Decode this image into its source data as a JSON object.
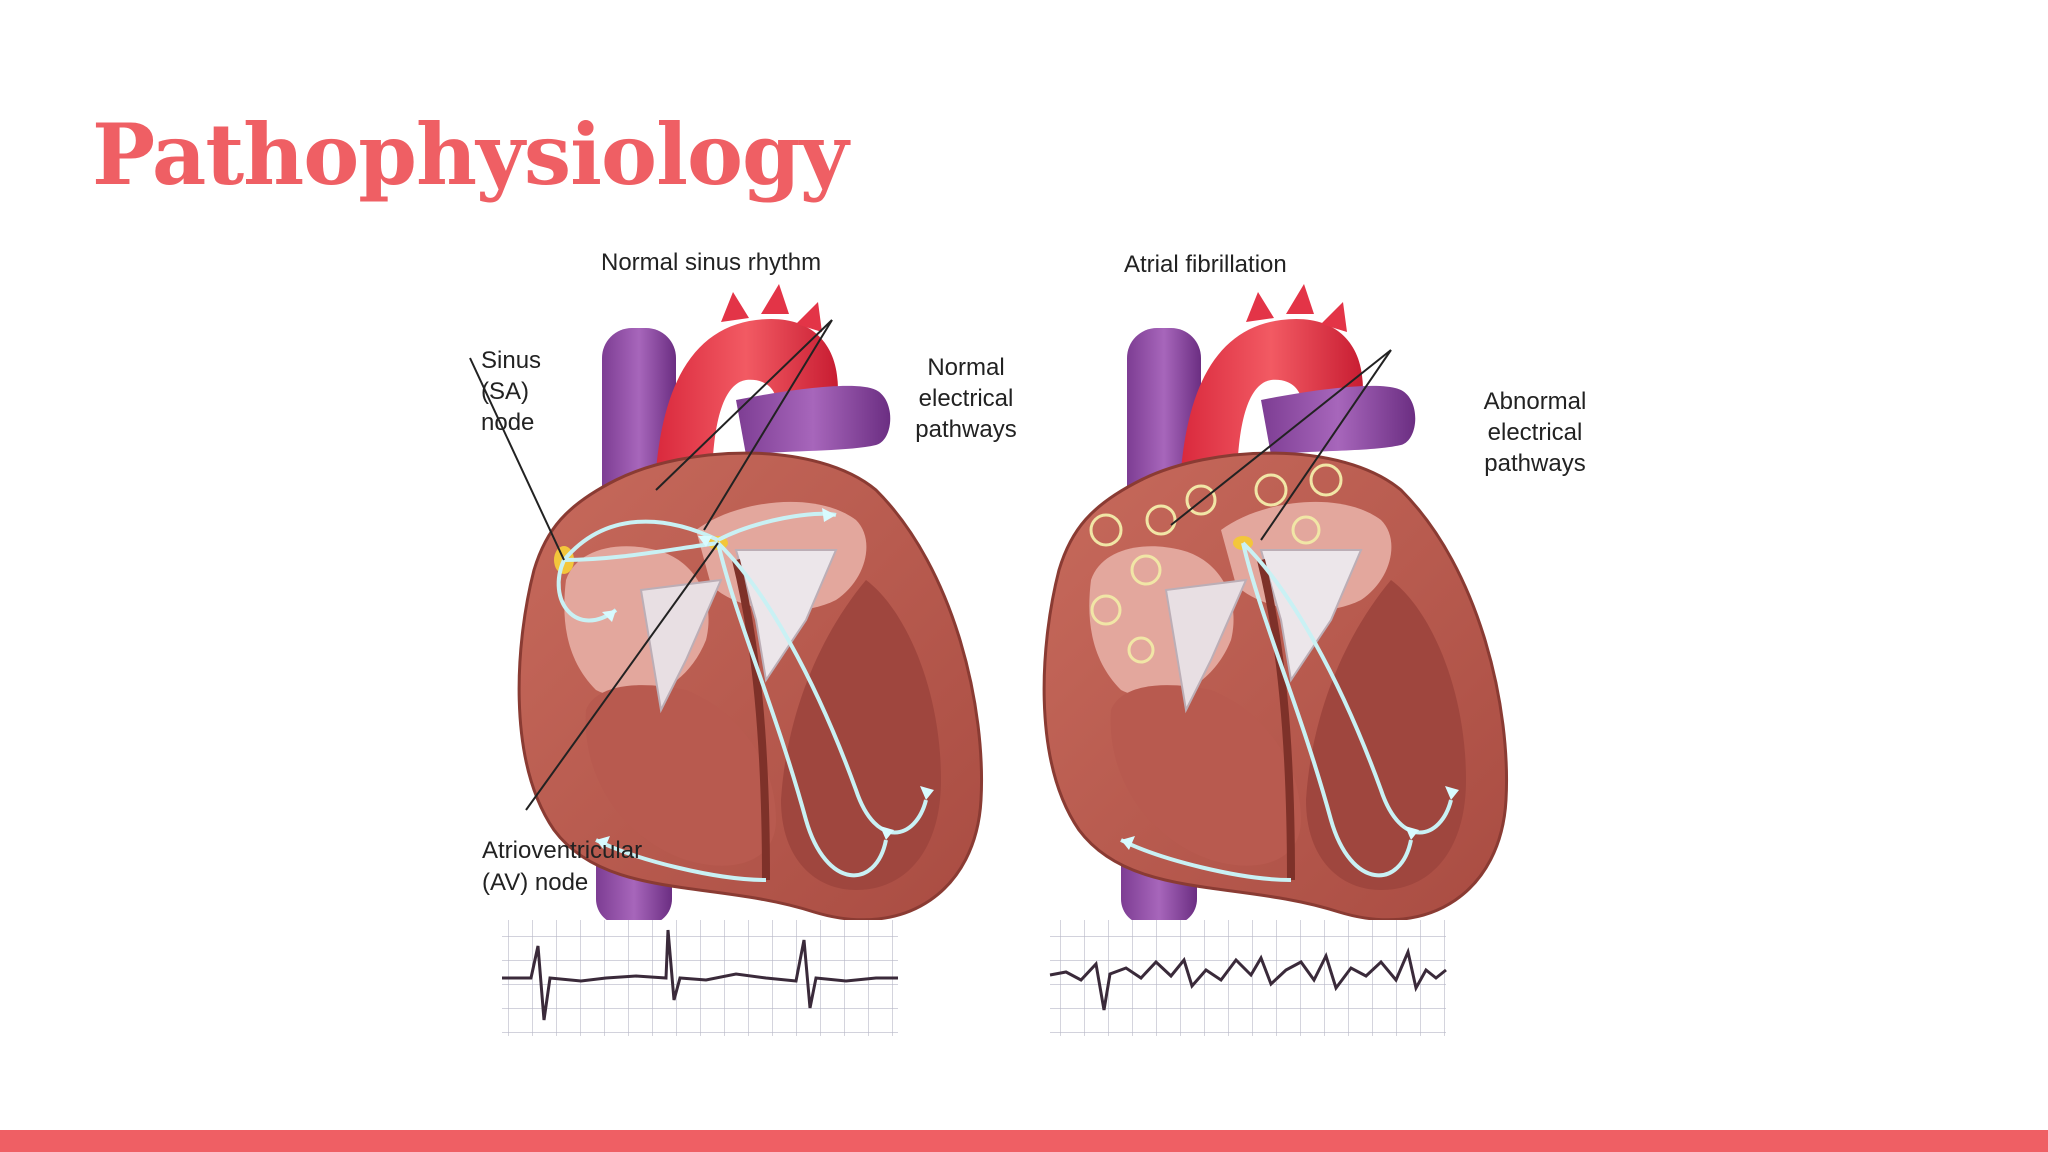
{
  "slide": {
    "title": "Pathophysiology",
    "accent_color": "#ef5f64"
  },
  "figure": {
    "left_panel": {
      "heading": "Normal sinus rhythm",
      "labels": {
        "sa_node": [
          "Sinus",
          "(SA)",
          "node"
        ],
        "pathways": [
          "Normal",
          "electrical",
          "pathways"
        ],
        "av_node": [
          "Atrioventricular",
          "(AV) node"
        ]
      }
    },
    "right_panel": {
      "heading": "Atrial fibrillation",
      "labels": {
        "pathways": [
          "Abnormal",
          "electrical",
          "pathways"
        ]
      }
    }
  }
}
